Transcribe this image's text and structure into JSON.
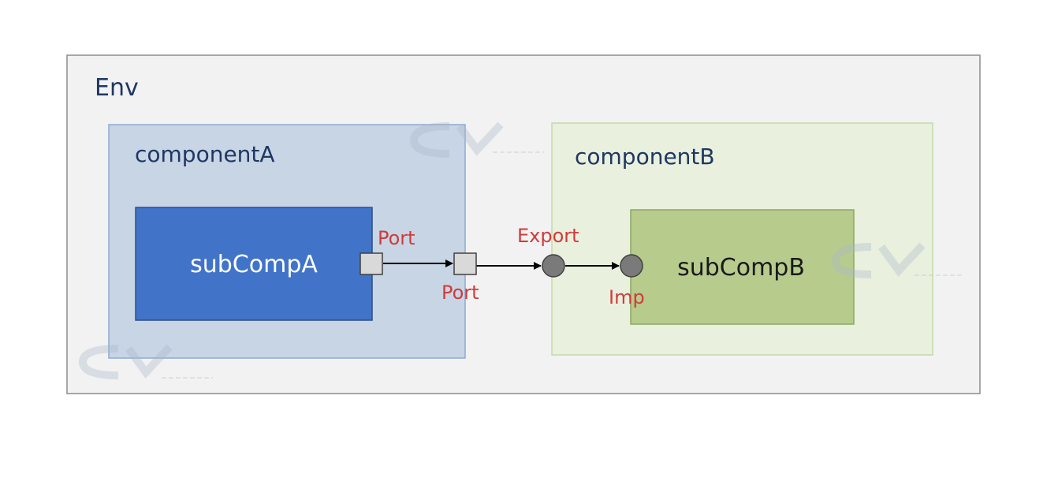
{
  "env": {
    "label": "Env"
  },
  "componentA": {
    "label": "componentA"
  },
  "componentB": {
    "label": "componentB"
  },
  "subCompA": {
    "label": "subCompA"
  },
  "subCompB": {
    "label": "subCompB"
  },
  "ports": {
    "subCompA_port": "Port",
    "componentA_port": "Port",
    "componentB_export": "Export",
    "subCompB_imp": "Imp"
  },
  "colors": {
    "env_fill": "#f2f2f2",
    "env_stroke": "#8c8c8c",
    "componentA_fill": "#c8d5e5",
    "componentA_stroke": "#8faad2",
    "subCompA_fill": "#4174c8",
    "componentB_fill": "#eaf0de",
    "componentB_stroke": "#c6d9a6",
    "subCompB_fill": "#b7cb8d",
    "port_label": "#d03b3b",
    "title_text": "#1f3763"
  }
}
